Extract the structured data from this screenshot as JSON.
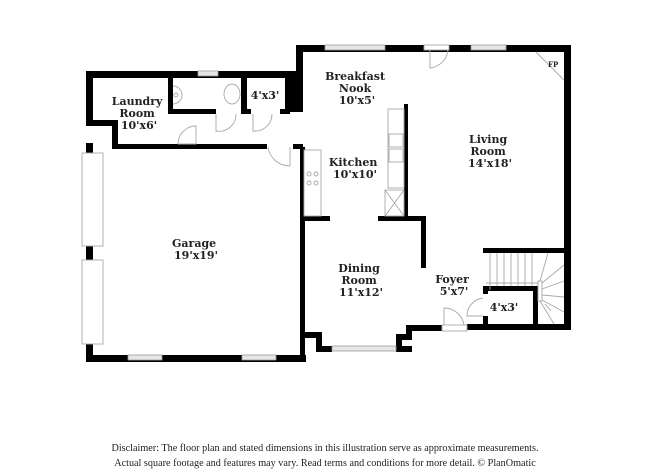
{
  "floor_plan": {
    "rooms": [
      {
        "id": "laundry",
        "name_line1": "Laundry",
        "name_line2": "Room",
        "dims": "10'x6'"
      },
      {
        "id": "closet_top",
        "name_line1": "",
        "name_line2": "",
        "dims": "4'x3'"
      },
      {
        "id": "breakfast_nook",
        "name_line1": "Breakfast",
        "name_line2": "Nook",
        "dims": "10'x5'"
      },
      {
        "id": "living",
        "name_line1": "Living",
        "name_line2": "Room",
        "dims": "14'x18'"
      },
      {
        "id": "kitchen",
        "name_line1": "Kitchen",
        "name_line2": "",
        "dims": "10'x10'"
      },
      {
        "id": "garage",
        "name_line1": "Garage",
        "name_line2": "",
        "dims": "19'x19'"
      },
      {
        "id": "dining",
        "name_line1": "Dining",
        "name_line2": "Room",
        "dims": "11'x12'"
      },
      {
        "id": "foyer",
        "name_line1": "Foyer",
        "name_line2": "",
        "dims": "5'x7'"
      },
      {
        "id": "closet_foyer",
        "name_line1": "",
        "name_line2": "",
        "dims": "4'x3'"
      }
    ],
    "fireplace_label": "FP"
  },
  "disclaimer": {
    "line1": "Disclaimer: The floor plan and stated dimensions in this illustration serve as approximate measurements.",
    "line2": "Actual square footage and features may vary. Read terms and conditions for more detail. © PlanOmatic"
  }
}
